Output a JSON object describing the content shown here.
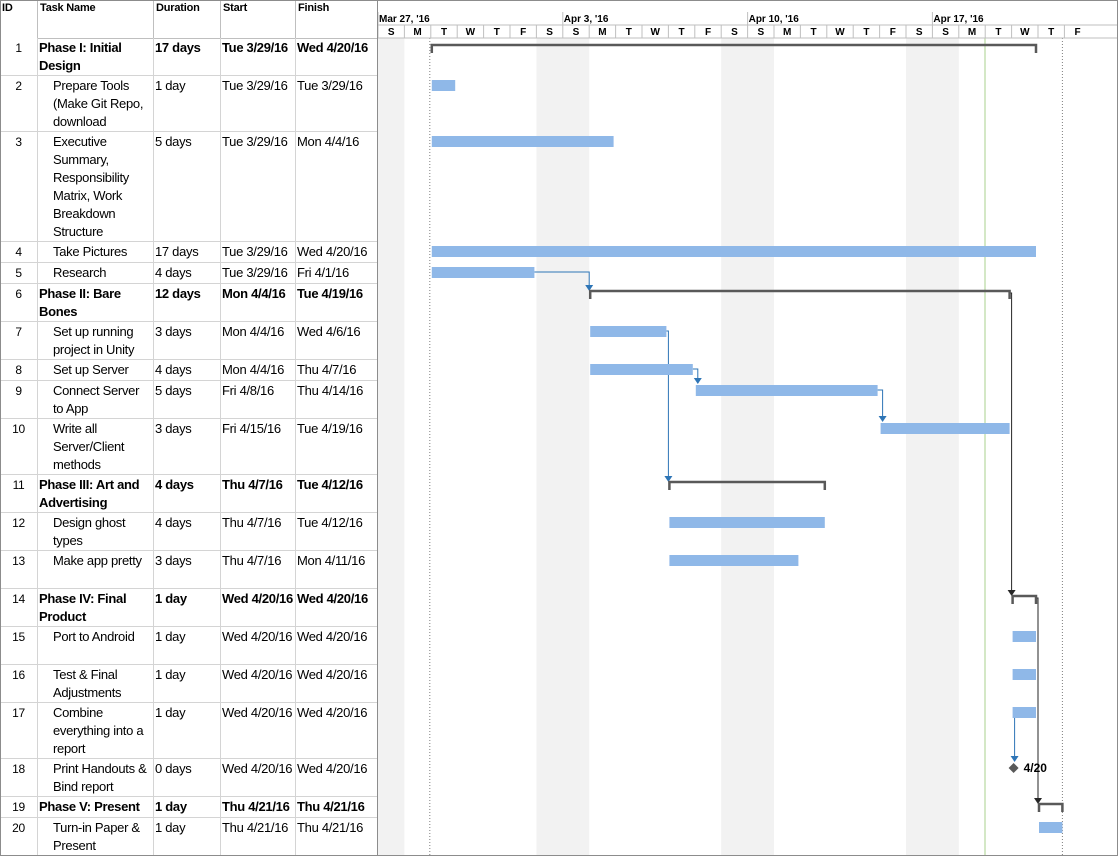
{
  "columns": {
    "id": "ID",
    "name": "Task Name",
    "duration": "Duration",
    "start": "Start",
    "finish": "Finish"
  },
  "timescale": {
    "weeks": [
      "Mar 27, '16",
      "Apr 3, '16",
      "Apr 10, '16",
      "Apr 17, '16"
    ],
    "days": [
      "S",
      "M",
      "T",
      "W",
      "T",
      "F",
      "S",
      "S",
      "M",
      "T",
      "W",
      "T",
      "F",
      "S",
      "S",
      "M",
      "T",
      "W",
      "T",
      "F",
      "S",
      "S",
      "M",
      "T",
      "W",
      "T",
      "F"
    ]
  },
  "chart_data": {
    "type": "gantt",
    "first_day": "Sun 3/27/16",
    "tasks": [
      {
        "id": "1",
        "name": "Phase I: Initial Design",
        "duration": "17 days",
        "start": "Tue 3/29/16",
        "finish": "Wed 4/20/16",
        "summary": true,
        "s": "2016-03-29",
        "e": "2016-04-20"
      },
      {
        "id": "2",
        "name": "Prepare Tools (Make Git Repo, download",
        "duration": "1 day",
        "start": "Tue 3/29/16",
        "finish": "Tue 3/29/16",
        "summary": false,
        "s": "2016-03-29",
        "e": "2016-03-29"
      },
      {
        "id": "3",
        "name": "Executive Summary, Responsibility Matrix, Work Breakdown Structure",
        "duration": "5 days",
        "start": "Tue 3/29/16",
        "finish": "Mon 4/4/16",
        "summary": false,
        "s": "2016-03-29",
        "e": "2016-04-04"
      },
      {
        "id": "4",
        "name": "Take Pictures",
        "duration": "17 days",
        "start": "Tue 3/29/16",
        "finish": "Wed 4/20/16",
        "summary": false,
        "s": "2016-03-29",
        "e": "2016-04-20"
      },
      {
        "id": "5",
        "name": "Research",
        "duration": "4 days",
        "start": "Tue 3/29/16",
        "finish": "Fri 4/1/16",
        "summary": false,
        "s": "2016-03-29",
        "e": "2016-04-01"
      },
      {
        "id": "6",
        "name": "Phase II: Bare Bones",
        "duration": "12 days",
        "start": "Mon 4/4/16",
        "finish": "Tue 4/19/16",
        "summary": true,
        "s": "2016-04-04",
        "e": "2016-04-19"
      },
      {
        "id": "7",
        "name": "Set up running project in Unity",
        "duration": "3 days",
        "start": "Mon 4/4/16",
        "finish": "Wed 4/6/16",
        "summary": false,
        "s": "2016-04-04",
        "e": "2016-04-06"
      },
      {
        "id": "8",
        "name": "Set up Server",
        "duration": "4 days",
        "start": "Mon 4/4/16",
        "finish": "Thu 4/7/16",
        "summary": false,
        "s": "2016-04-04",
        "e": "2016-04-07"
      },
      {
        "id": "9",
        "name": "Connect Server to App",
        "duration": "5 days",
        "start": "Fri 4/8/16",
        "finish": "Thu 4/14/16",
        "summary": false,
        "s": "2016-04-08",
        "e": "2016-04-14"
      },
      {
        "id": "10",
        "name": "Write all Server/Client methods",
        "duration": "3 days",
        "start": "Fri 4/15/16",
        "finish": "Tue 4/19/16",
        "summary": false,
        "s": "2016-04-15",
        "e": "2016-04-19"
      },
      {
        "id": "11",
        "name": "Phase III: Art and Advertising",
        "duration": "4 days",
        "start": "Thu 4/7/16",
        "finish": "Tue 4/12/16",
        "summary": true,
        "s": "2016-04-07",
        "e": "2016-04-12"
      },
      {
        "id": "12",
        "name": "Design ghost types",
        "duration": "4 days",
        "start": "Thu 4/7/16",
        "finish": "Tue 4/12/16",
        "summary": false,
        "s": "2016-04-07",
        "e": "2016-04-12"
      },
      {
        "id": "13",
        "name": "Make app pretty",
        "duration": "3 days",
        "start": "Thu 4/7/16",
        "finish": "Mon 4/11/16",
        "summary": false,
        "s": "2016-04-07",
        "e": "2016-04-11"
      },
      {
        "id": "14",
        "name": "Phase IV: Final Product",
        "duration": "1 day",
        "start": "Wed 4/20/16",
        "finish": "Wed 4/20/16",
        "summary": true,
        "s": "2016-04-20",
        "e": "2016-04-20"
      },
      {
        "id": "15",
        "name": "Port to Android",
        "duration": "1 day",
        "start": "Wed 4/20/16",
        "finish": "Wed 4/20/16",
        "summary": false,
        "s": "2016-04-20",
        "e": "2016-04-20"
      },
      {
        "id": "16",
        "name": "Test & Final Adjustments",
        "duration": "1 day",
        "start": "Wed 4/20/16",
        "finish": "Wed 4/20/16",
        "summary": false,
        "s": "2016-04-20",
        "e": "2016-04-20"
      },
      {
        "id": "17",
        "name": "Combine everything into a report",
        "duration": "1 day",
        "start": "Wed 4/20/16",
        "finish": "Wed 4/20/16",
        "summary": false,
        "s": "2016-04-20",
        "e": "2016-04-20"
      },
      {
        "id": "18",
        "name": "Print Handouts & Bind report",
        "duration": "0 days",
        "start": "Wed 4/20/16",
        "finish": "Wed 4/20/16",
        "summary": false,
        "milestone": true,
        "milestone_label": "4/20",
        "s": "2016-04-20",
        "e": "2016-04-20"
      },
      {
        "id": "19",
        "name": "Phase V: Present",
        "duration": "1 day",
        "start": "Thu 4/21/16",
        "finish": "Thu 4/21/16",
        "summary": true,
        "s": "2016-04-21",
        "e": "2016-04-21"
      },
      {
        "id": "20",
        "name": "Turn-in Paper & Present",
        "duration": "1 day",
        "start": "Thu 4/21/16",
        "finish": "Thu 4/21/16",
        "summary": false,
        "s": "2016-04-21",
        "e": "2016-04-21"
      }
    ],
    "links": [
      [
        "5",
        "6"
      ],
      [
        "7",
        "11"
      ],
      [
        "8",
        "9"
      ],
      [
        "9",
        "10"
      ],
      [
        "6",
        "14"
      ],
      [
        "17",
        "18"
      ],
      [
        "14",
        "19"
      ]
    ],
    "colors": {
      "bar": "#8fb8e8",
      "summary": "#595959",
      "link": "#2e75b6",
      "milestone": "#595959",
      "weekend": "#f2f2f2",
      "today": "#a9d08e"
    }
  }
}
